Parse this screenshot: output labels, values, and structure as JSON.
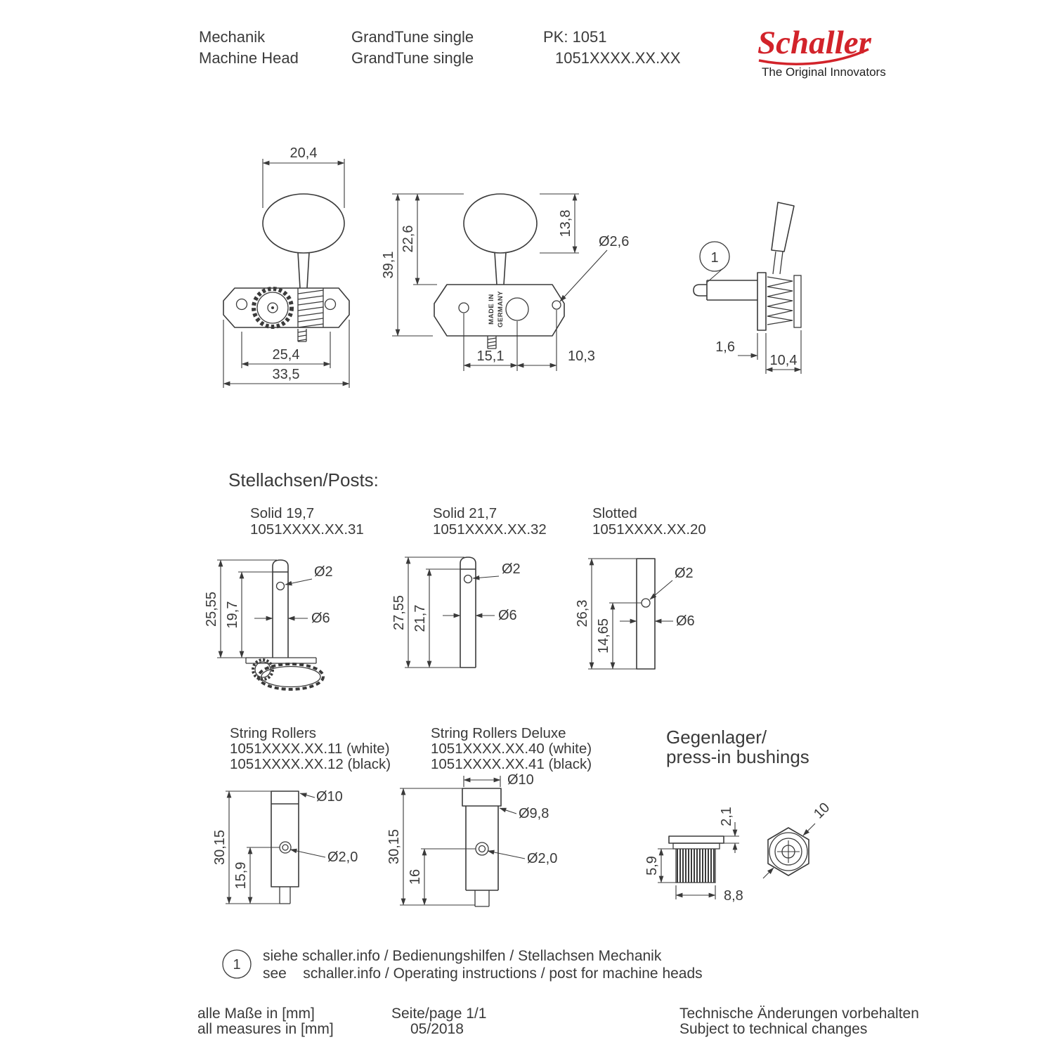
{
  "header": {
    "title_de": "Mechanik",
    "title_en": "Machine Head",
    "product_de": "GrandTune single",
    "product_en": "GrandTune single",
    "pk_label": "PK: 1051",
    "pk_code": "1051XXXX.XX.XX",
    "logo_text": "Schaller",
    "tagline": "The Original Innovators"
  },
  "views": {
    "front": {
      "dim_knob_width": "20,4",
      "dim_hole_spacing": "25,4",
      "dim_plate_width": "33,5"
    },
    "rear": {
      "dim_total_height": "39,1",
      "dim_upper_height": "22,6",
      "dim_knob_height": "13,8",
      "dim_screw_hole": "Ø2,6",
      "dim_hole_left": "15,1",
      "dim_hole_right": "10,3",
      "stamp_line1": "MADE IN",
      "stamp_line2": "GERMANY"
    },
    "side": {
      "callout": "1",
      "dim_plate_thickness": "1,6",
      "dim_depth": "10,4"
    }
  },
  "posts": {
    "heading": "Stellachsen/Posts:",
    "solid197": {
      "title": "Solid 19,7",
      "code": "1051XXXX.XX.31",
      "dim_total": "25,55",
      "dim_length": "19,7",
      "dim_hole": "Ø2",
      "dim_diameter": "Ø6"
    },
    "solid217": {
      "title": "Solid 21,7",
      "code": "1051XXXX.XX.32",
      "dim_total": "27,55",
      "dim_length": "21,7",
      "dim_hole": "Ø2",
      "dim_diameter": "Ø6"
    },
    "slotted": {
      "title": "Slotted",
      "code": "1051XXXX.XX.20",
      "dim_total": "26,3",
      "dim_length": "14,65",
      "dim_hole": "Ø2",
      "dim_diameter": "Ø6"
    }
  },
  "rollers": {
    "standard": {
      "title": "String Rollers",
      "code_white": "1051XXXX.XX.11 (white)",
      "code_black": "1051XXXX.XX.12 (black)",
      "dim_total": "30,15",
      "dim_hole_pos": "15,9",
      "dim_outer": "Ø10",
      "dim_hole": "Ø2,0"
    },
    "deluxe": {
      "title": "String Rollers Deluxe",
      "code_white": "1051XXXX.XX.40 (white)",
      "code_black": "1051XXXX.XX.41 (black)",
      "dim_total": "30,15",
      "dim_hole_pos": "16",
      "dim_outer": "Ø10",
      "dim_body": "Ø9,8",
      "dim_hole": "Ø2,0"
    }
  },
  "bushings": {
    "title_de": "Gegenlager/",
    "title_en": "press-in bushings",
    "dim_flange": "2,1",
    "dim_body_height": "5,9",
    "dim_body_dia": "8,8",
    "dim_hex": "10"
  },
  "footnote": {
    "marker": "1",
    "line_de": "siehe schaller.info / Bedienungshilfen / Stellachsen Mechanik",
    "line_en": "see    schaller.info / Operating instructions / post for machine heads"
  },
  "footer": {
    "measures_de": "alle Maße in [mm]",
    "measures_en": "all measures in [mm]",
    "page": "Seite/page 1/1",
    "date": "05/2018",
    "notice_de": "Technische Änderungen vorbehalten",
    "notice_en": "Subject to technical changes"
  }
}
